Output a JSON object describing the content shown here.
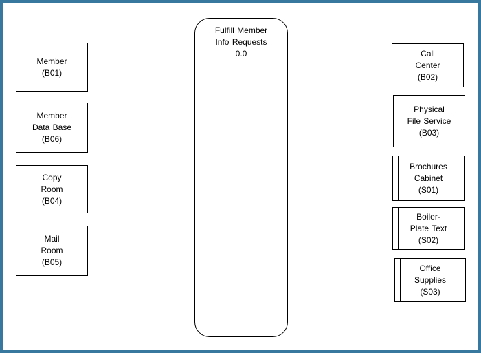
{
  "frame": {
    "border_color": "#38789e",
    "background": "#ffffff",
    "box_border_color": "#000000"
  },
  "diagram": {
    "center_node": {
      "lines": [
        "Fulfill Member",
        "Info Requests",
        "0.0"
      ]
    },
    "left_nodes": [
      {
        "type": "box",
        "lines": [
          "Member",
          "(B01)"
        ]
      },
      {
        "type": "box",
        "lines": [
          "Member",
          "Data Base",
          "(B06)"
        ]
      },
      {
        "type": "box",
        "lines": [
          "Copy",
          "Room",
          "(B04)"
        ]
      },
      {
        "type": "box",
        "lines": [
          "Mail",
          "Room",
          "(B05)"
        ]
      }
    ],
    "right_nodes": [
      {
        "type": "box",
        "lines": [
          "Call",
          "Center",
          "(B02)"
        ]
      },
      {
        "type": "box",
        "lines": [
          "Physical",
          "File Service",
          "(B03)"
        ]
      },
      {
        "type": "store",
        "lines": [
          "Brochures",
          "Cabinet",
          "(S01)"
        ]
      },
      {
        "type": "store",
        "lines": [
          "Boiler-",
          "Plate Text",
          "(S02)"
        ]
      },
      {
        "type": "store",
        "lines": [
          "Office",
          "Supplies",
          "(S03)"
        ]
      }
    ]
  }
}
